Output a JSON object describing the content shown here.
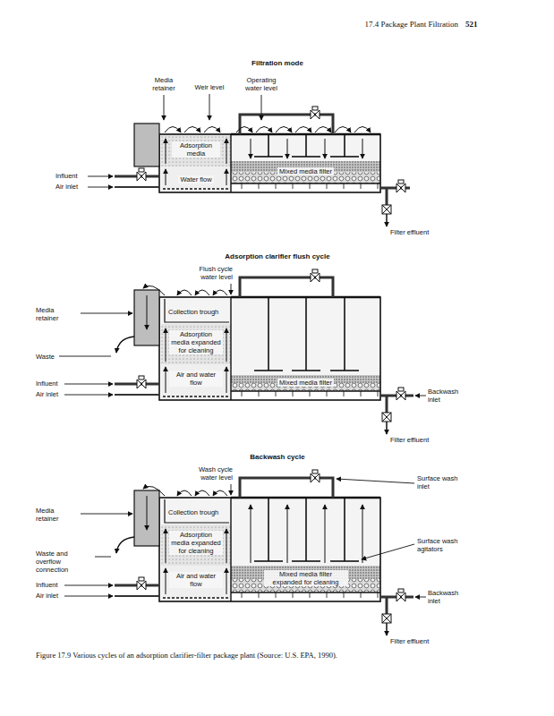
{
  "diagram": {
    "caption": "Figure 17.9 Various cycles of an adsorption clarifier-filter package plant (Source: U.S. EPA, 1990).",
    "nodes": [
      {
        "text": [
          "Adsorption media",
          "Water flow"
        ]
      },
      {
        "text": [
          "Mixed media filter"
        ]
      },
      {
        "text": [
          "Adsorption media expanded for cleaning",
          "Air and water flow"
        ]
      },
      {
        "text": [
          "Mixed media filter"
        ]
      },
      {
        "text": [
          "Adsorption media expanded for cleaning",
          "Air and water flow"
        ]
      },
      {
        "text": [
          "Mixed media filter expanded for cleaning"
        ]
      }
    ],
    "labels": [
      "17.4 Package Plant Filtration",
      "521",
      "Filtration mode",
      "Media retainer",
      "Weir level",
      "Operating water level",
      "Influent",
      "Air inlet",
      "Filter effluent",
      "Adsorption clarifier flush cycle",
      "Flush cycle water level",
      "Media retainer",
      "Collection trough",
      "Waste",
      "Influent",
      "Air inlet",
      "Backwash inlet",
      "Filter effluent",
      "Backwash cycle",
      "Wash cycle water level",
      "Surface wash inlet",
      "Media retainer",
      "Collection trough",
      "Surface wash agitators",
      "Waste and overflow connection",
      "Influent",
      "Air inlet",
      "Backwash inlet",
      "Filter effluent"
    ]
  }
}
